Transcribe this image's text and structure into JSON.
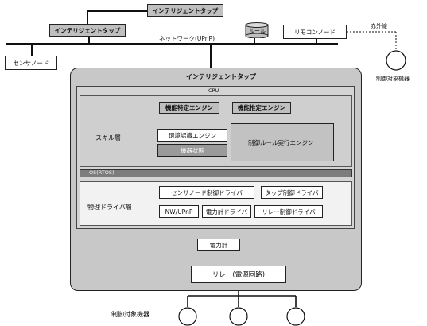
{
  "top": {
    "tap_top": "インテリジェントタップ",
    "tap_left": "インテリジェントタップ",
    "sensor_node": "センサノード",
    "network": "ネットワーク(UPnP)",
    "rule": "ルール",
    "remocon_node": "リモコンノード",
    "infrared": "赤外線",
    "controlled_device_right": "制御対象機器"
  },
  "main": {
    "title": "インテリジェントタップ",
    "cpu": "CPU",
    "skill_layer": "スキル層",
    "situation_estimation": "機能特定エンジン",
    "situation_inference": "機能推定エンジン",
    "environment_recognition": "環境認識エンジン",
    "control_rule": "制御ルール実行エンジン",
    "state_rule": "機器状態",
    "os_bar": "OS(RTOS)",
    "driver_layer": "物理ドライバ層",
    "sensor_driver": "センサノード制御ドライバ",
    "tap_driver": "タップ制御ドライバ",
    "nw_upnp": "NW/UPnP",
    "power_driver": "電力計ドライバ",
    "relay_driver": "リレー制御ドライバ",
    "power_meter": "電力計",
    "relay": "リレー(電源回路)"
  },
  "bottom": {
    "controlled_device": "制御対象機器"
  }
}
